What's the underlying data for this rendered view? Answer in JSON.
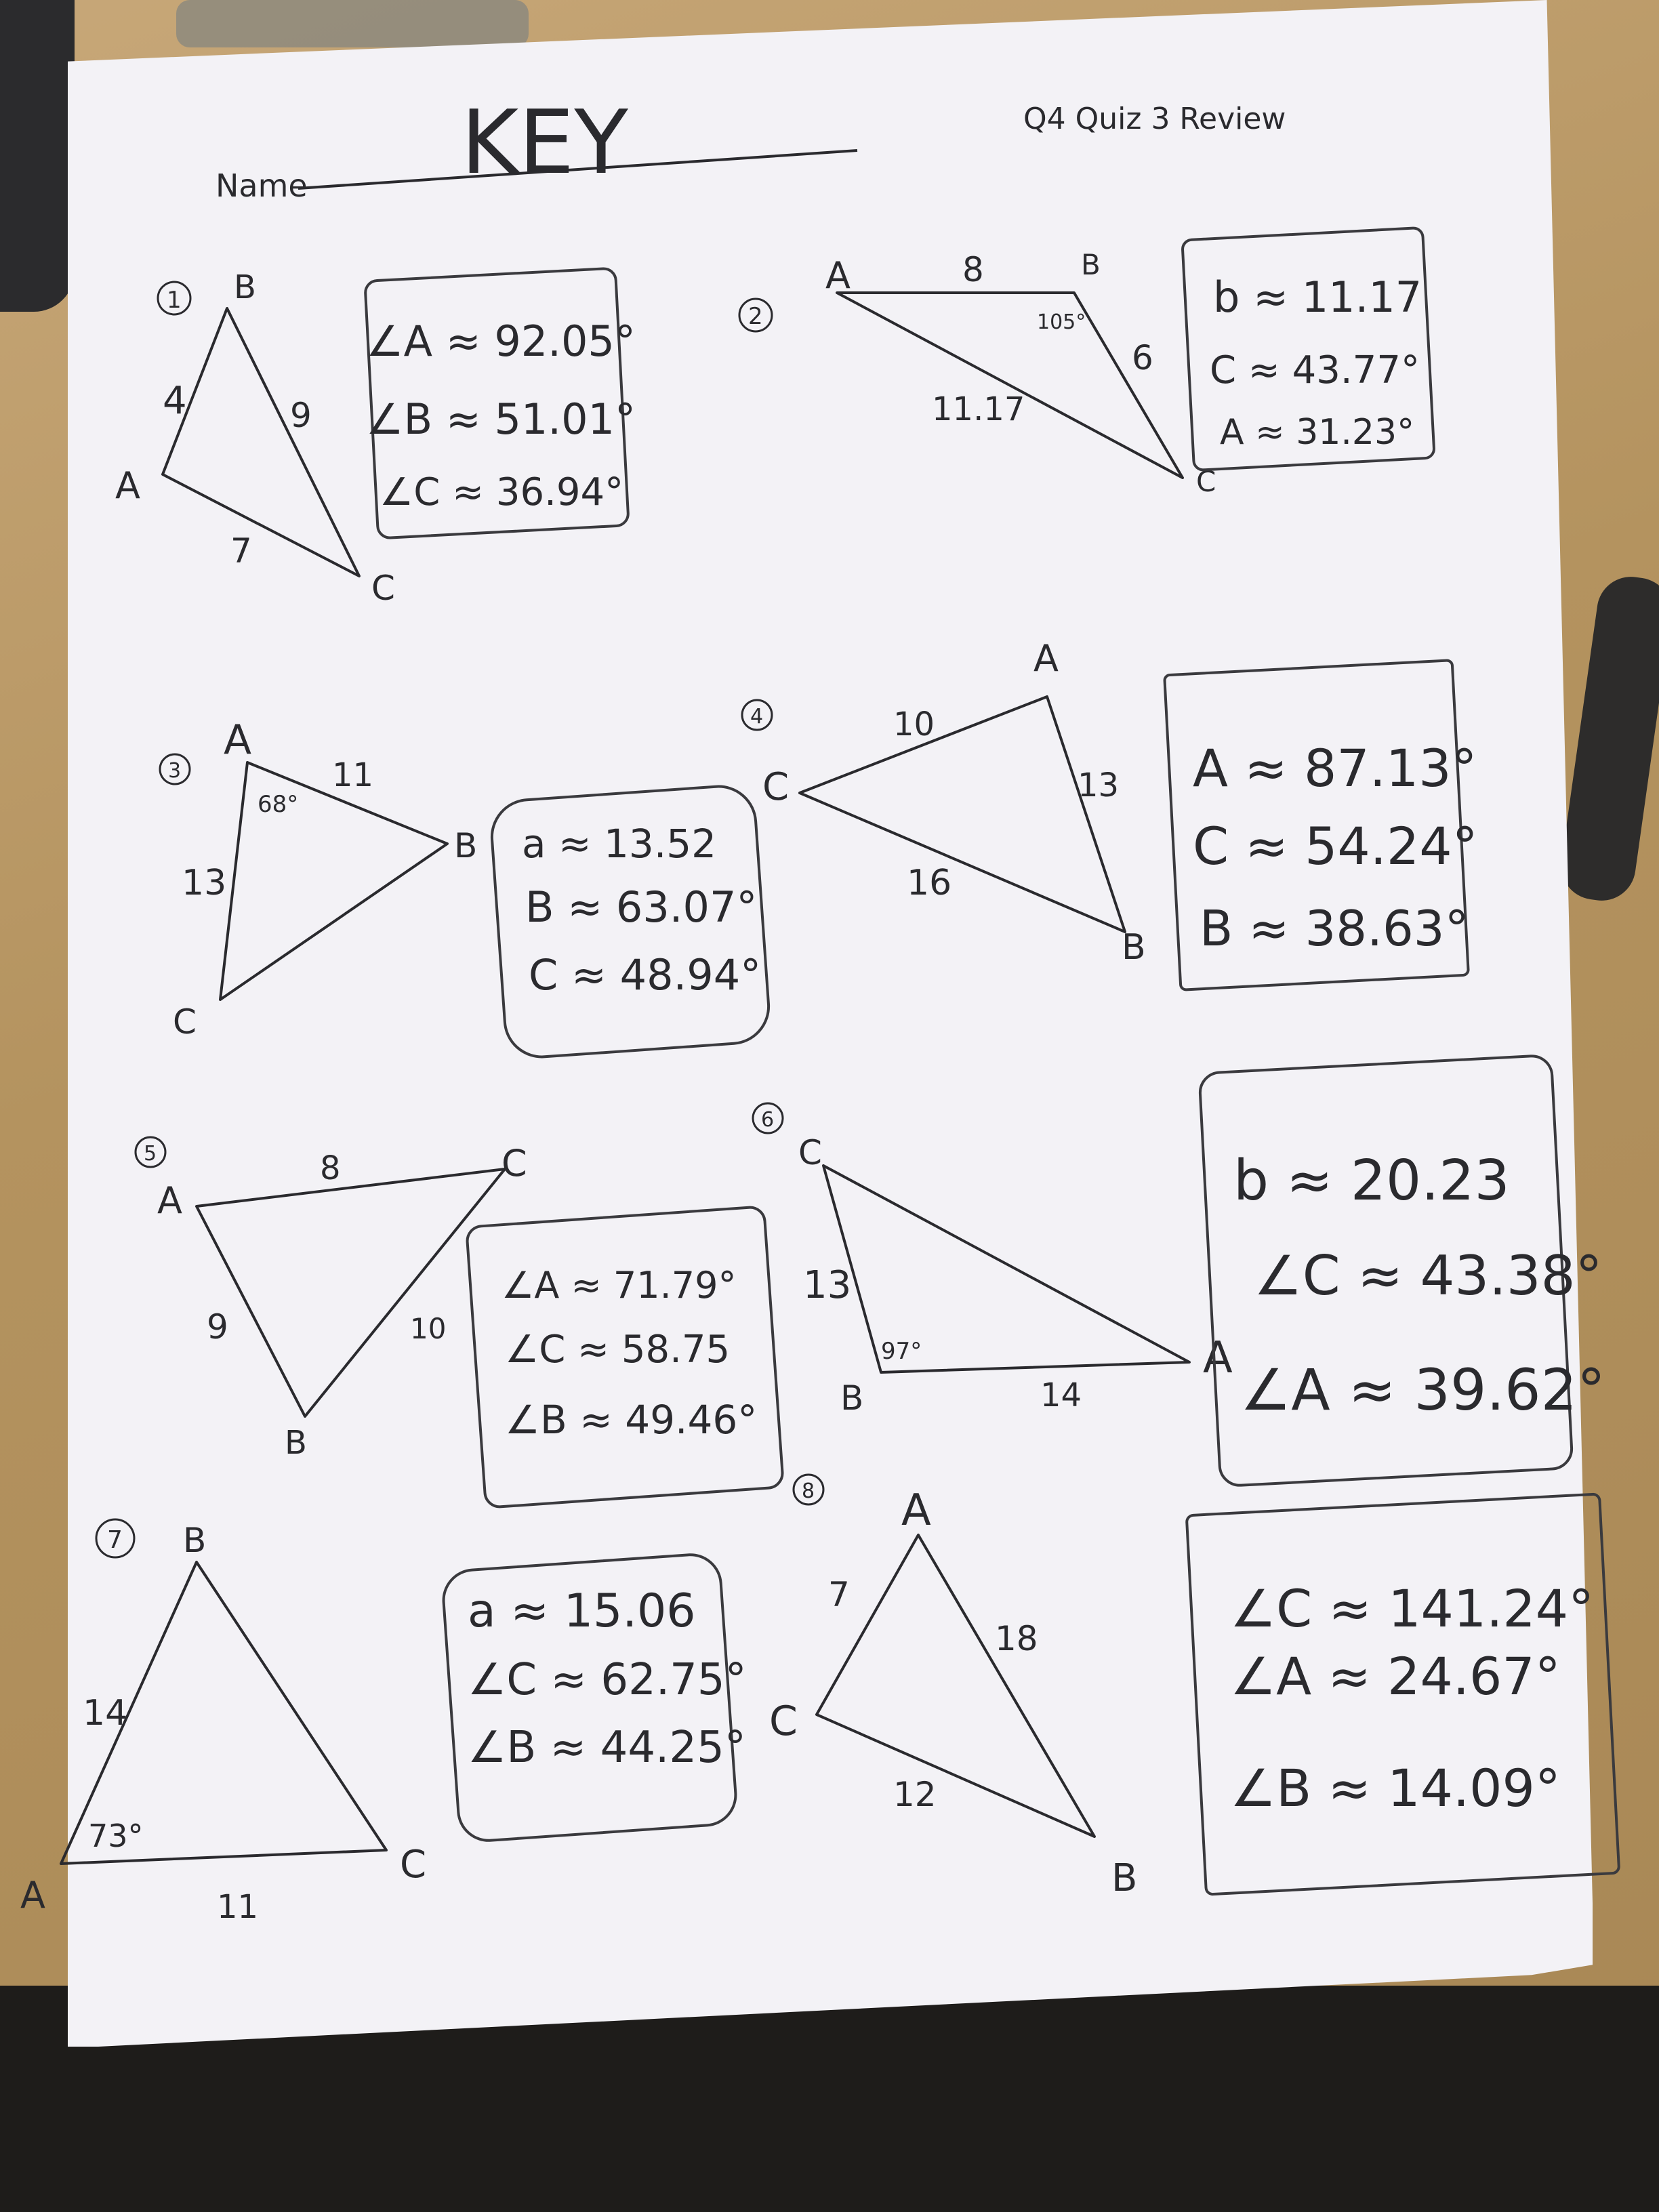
{
  "header": {
    "name_label": "Name",
    "name_value": "KEY",
    "title": "Q4 Quiz 3 Review"
  },
  "problems": [
    {
      "number": "1",
      "vertices": {
        "A": "A",
        "B": "B",
        "C": "C"
      },
      "sides": [
        "4",
        "9",
        "7"
      ],
      "answers": [
        "∠A ≈ 92.05°",
        "∠B ≈ 51.01°",
        "∠C ≈ 36.94°"
      ]
    },
    {
      "number": "2",
      "vertices": {
        "A": "A",
        "B": "B",
        "C": "C"
      },
      "sides": [
        "8",
        "6",
        "11.17"
      ],
      "given_angle": "105°",
      "answers": [
        "b ≈ 11.17",
        "C ≈ 43.77°",
        "A ≈ 31.23°"
      ]
    },
    {
      "number": "3",
      "vertices": {
        "A": "A",
        "B": "B",
        "C": "C"
      },
      "sides": [
        "11",
        "13"
      ],
      "given_angle": "68°",
      "answers": [
        "a ≈ 13.52",
        "B ≈ 63.07°",
        "C ≈ 48.94°"
      ]
    },
    {
      "number": "4",
      "vertices": {
        "A": "A",
        "B": "B",
        "C": "C"
      },
      "sides": [
        "10",
        "13",
        "16"
      ],
      "answers": [
        "A ≈ 87.13°",
        "C ≈ 54.24°",
        "B ≈ 38.63°"
      ]
    },
    {
      "number": "5",
      "vertices": {
        "A": "A",
        "B": "B",
        "C": "C"
      },
      "sides": [
        "8",
        "9",
        "10"
      ],
      "answers": [
        "∠A ≈ 71.79°",
        "∠C ≈ 58.75",
        "∠B ≈ 49.46°"
      ]
    },
    {
      "number": "6",
      "vertices": {
        "A": "A",
        "B": "B",
        "C": "C"
      },
      "sides": [
        "13",
        "14"
      ],
      "given_angle": "97°",
      "answers": [
        "b ≈ 20.23",
        "∠C ≈ 43.38°",
        "∠A ≈ 39.62°"
      ]
    },
    {
      "number": "7",
      "vertices": {
        "A": "A",
        "B": "B",
        "C": "C"
      },
      "sides": [
        "14",
        "11"
      ],
      "given_angle": "73°",
      "answers": [
        "a ≈ 15.06",
        "∠C ≈ 62.75°",
        "∠B ≈ 44.25°"
      ]
    },
    {
      "number": "8",
      "vertices": {
        "A": "A",
        "B": "B",
        "C": "C"
      },
      "sides": [
        "7",
        "18",
        "12"
      ],
      "answers": [
        "∠C ≈ 141.24°",
        "∠A ≈ 24.67°",
        "∠B ≈ 14.09°"
      ]
    }
  ]
}
